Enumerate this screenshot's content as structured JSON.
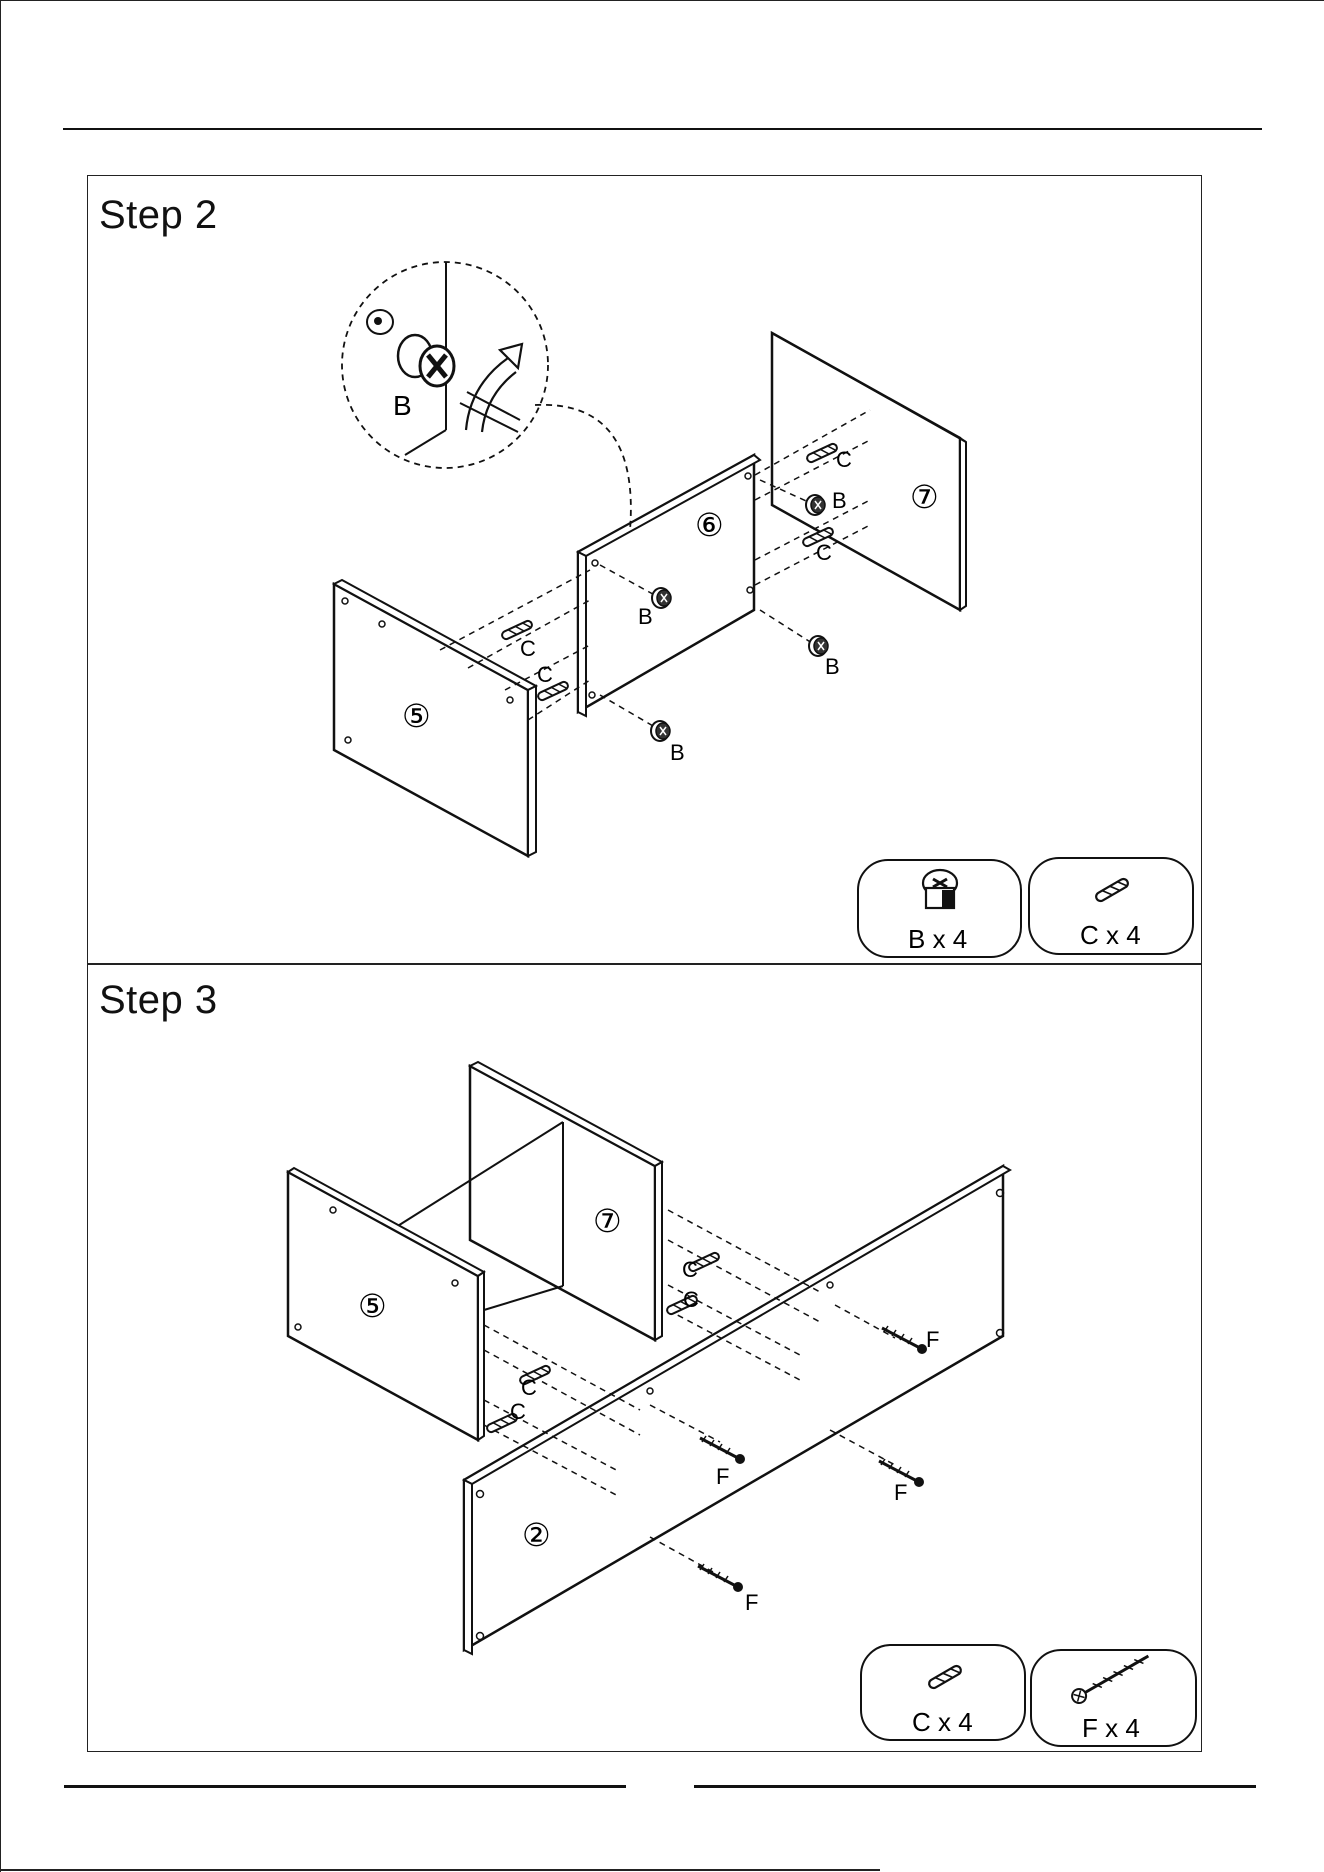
{
  "step2": {
    "title": "Step 2",
    "part_labels": [
      "⑤",
      "⑥",
      "⑦"
    ],
    "detail_callout_label": "B",
    "hardware_labels": [
      "C",
      "B",
      "C",
      "B",
      "C",
      "C",
      "B",
      "B"
    ],
    "legend": [
      {
        "icon": "cam-lock-icon",
        "label": "B x 4"
      },
      {
        "icon": "dowel-icon",
        "label": "C x 4"
      }
    ]
  },
  "step3": {
    "title": "Step 3",
    "part_labels": [
      "⑤",
      "⑦",
      "②"
    ],
    "hardware_labels": [
      "C",
      "C",
      "C",
      "C",
      "F",
      "F",
      "F",
      "F"
    ],
    "legend": [
      {
        "icon": "dowel-icon",
        "label": "C x 4"
      },
      {
        "icon": "screw-icon",
        "label": "F x 4"
      }
    ]
  },
  "colors": {
    "line": "#111111",
    "paper": "#ffffff"
  }
}
